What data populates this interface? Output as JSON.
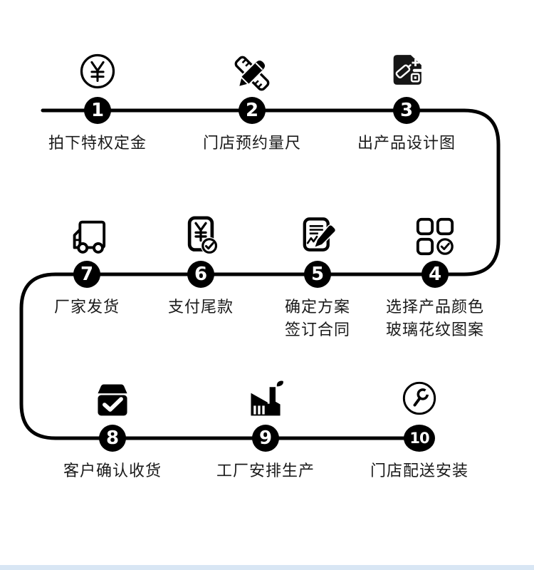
{
  "canvas": {
    "background": "#ffffff",
    "line_color": "#000000",
    "text_color": "#1a1a1a",
    "badge_background": "#000000",
    "badge_text_color": "#ffffff",
    "footer_bar_color": "#d8e6f4"
  },
  "steps": [
    {
      "number": "1",
      "lines": [
        "拍下特权定金"
      ],
      "icon": "yuan-coin-icon"
    },
    {
      "number": "2",
      "lines": [
        "门店预约量尺"
      ],
      "icon": "pencil-ruler-icon"
    },
    {
      "number": "3",
      "lines": [
        "出产品设计图"
      ],
      "icon": "design-file-icon"
    },
    {
      "number": "4",
      "lines": [
        "选择产品颜色",
        "玻璃花纹图案"
      ],
      "icon": "color-pattern-grid-icon"
    },
    {
      "number": "5",
      "lines": [
        "确定方案",
        "签订合同"
      ],
      "icon": "contract-sign-icon"
    },
    {
      "number": "6",
      "lines": [
        "支付尾款"
      ],
      "icon": "payment-receipt-check-icon"
    },
    {
      "number": "7",
      "lines": [
        "厂家发货"
      ],
      "icon": "delivery-truck-icon"
    },
    {
      "number": "8",
      "lines": [
        "客户确认收货"
      ],
      "icon": "package-check-icon"
    },
    {
      "number": "9",
      "lines": [
        "工厂安排生产"
      ],
      "icon": "factory-icon"
    },
    {
      "number": "10",
      "lines": [
        "门店配送安装"
      ],
      "icon": "wrench-install-icon"
    }
  ]
}
